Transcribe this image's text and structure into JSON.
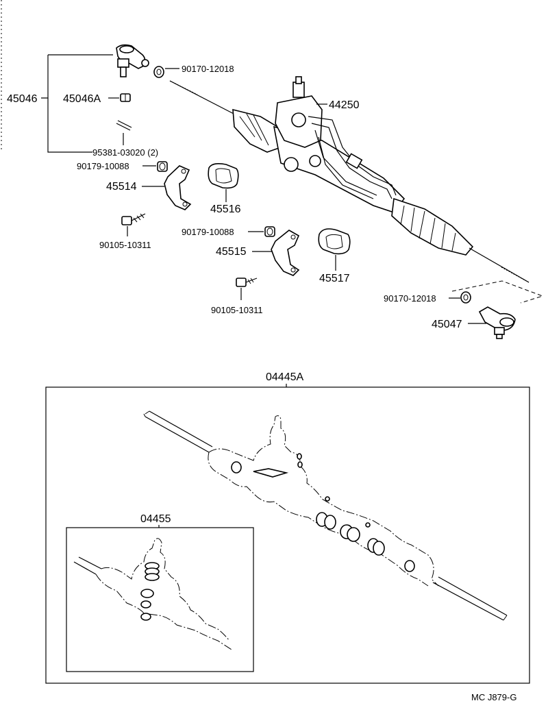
{
  "labels": {
    "p45046": "45046",
    "p45046A": "45046A",
    "p90170_top": "90170-12018",
    "p95381": "95381-03020 (2)",
    "p44250": "44250",
    "p90179_a": "90179-10088",
    "p45514": "45514",
    "p45516": "45516",
    "p90105_a": "90105-10311",
    "p90179_b": "90179-10088",
    "p45515": "45515",
    "p45517": "45517",
    "p90105_b": "90105-10311",
    "p90170_bottom": "90170-12018",
    "p45047": "45047",
    "p04445A": "04445A",
    "p04455": "04455",
    "footer": "MC  J879-G"
  }
}
